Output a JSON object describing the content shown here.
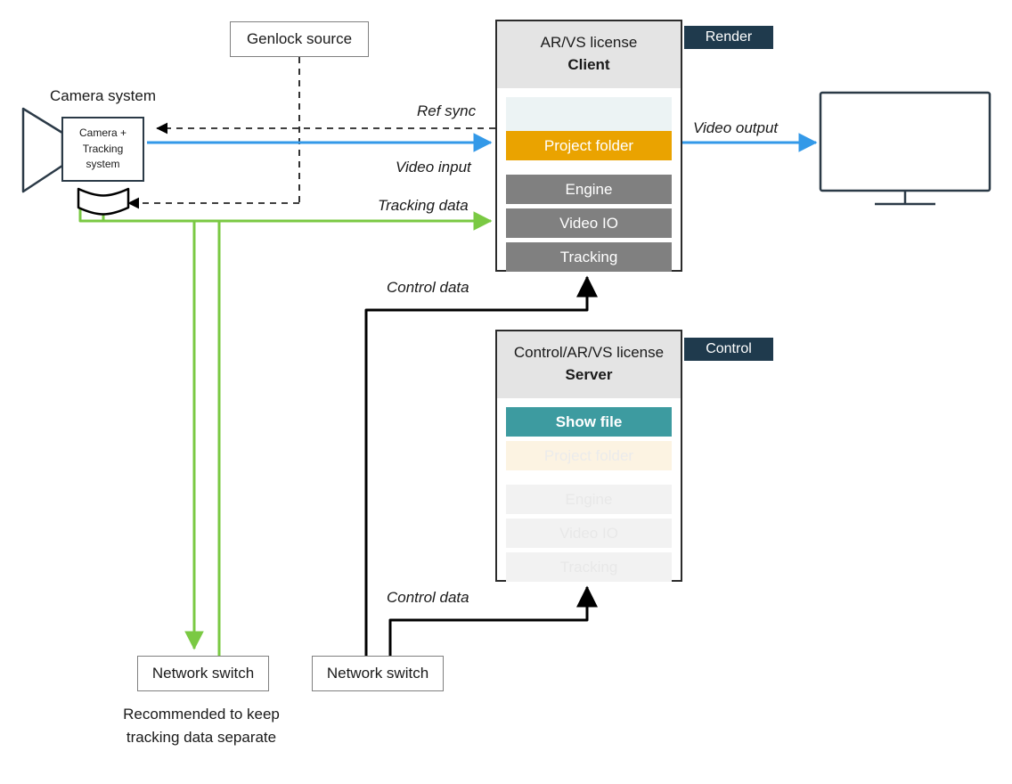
{
  "diagram": {
    "title_camera": "Camera system",
    "genlock": {
      "label": "Genlock source"
    },
    "client": {
      "license": "AR/VS license",
      "role": "Client",
      "badge": "Render",
      "rows": [
        "",
        "Project folder",
        "Engine",
        "Video IO",
        "Tracking"
      ]
    },
    "server": {
      "license": "Control/AR/VS license",
      "role": "Server",
      "badge": "Control",
      "rows": [
        "Show file",
        "Project folder",
        "Engine",
        "Video IO",
        "Tracking"
      ]
    },
    "camera": {
      "label": "Camera +\nTracking\nsystem",
      "line1": "Camera +",
      "line2": "Tracking",
      "line3": "system"
    },
    "switches": [
      {
        "label": "Network switch"
      },
      {
        "label": "Network switch"
      }
    ],
    "note": {
      "line1": "Recommended to keep",
      "line2": "tracking data separate"
    },
    "connections": {
      "ref_sync": "Ref sync",
      "video_input": "Video input",
      "tracking_data": "Tracking data",
      "video_output": "Video output",
      "control_data_top": "Control data",
      "control_data_bottom": "Control data"
    },
    "colors": {
      "video_blue": "#3399e8",
      "tracking_green": "#7ac943",
      "control_black": "#000000",
      "project_folder_orange": "#eaa300",
      "show_file_teal": "#3d9ba0",
      "badge_navy": "#1f3a4d",
      "module_grey": "#808080",
      "panel_header_grey": "#e4e4e4",
      "blank_row": "#ecf3f4"
    },
    "icons": {
      "monitor": "monitor-icon",
      "camera": "camera-icon",
      "tracker": "tracker-puck-icon"
    }
  }
}
